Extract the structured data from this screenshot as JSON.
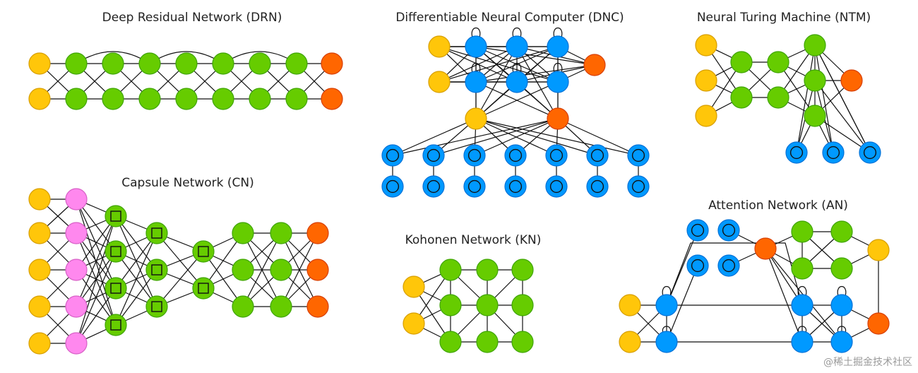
{
  "palette": {
    "input": "#FFC60A",
    "hidden": "#66CC00",
    "output": "#FF6600",
    "memory": "#0099FF",
    "pool": "#FF88EE",
    "edge": "#111111"
  },
  "titles": {
    "drn": "Deep Residual Network (DRN)",
    "dnc": "Differentiable Neural Computer (DNC)",
    "ntm": "Neural Turing Machine (NTM)",
    "cn": "Capsule Network (CN)",
    "kn": "Kohonen Network (KN)",
    "an": "Attention Network (AN)"
  },
  "watermark": "@稀土掘金技术社区"
}
